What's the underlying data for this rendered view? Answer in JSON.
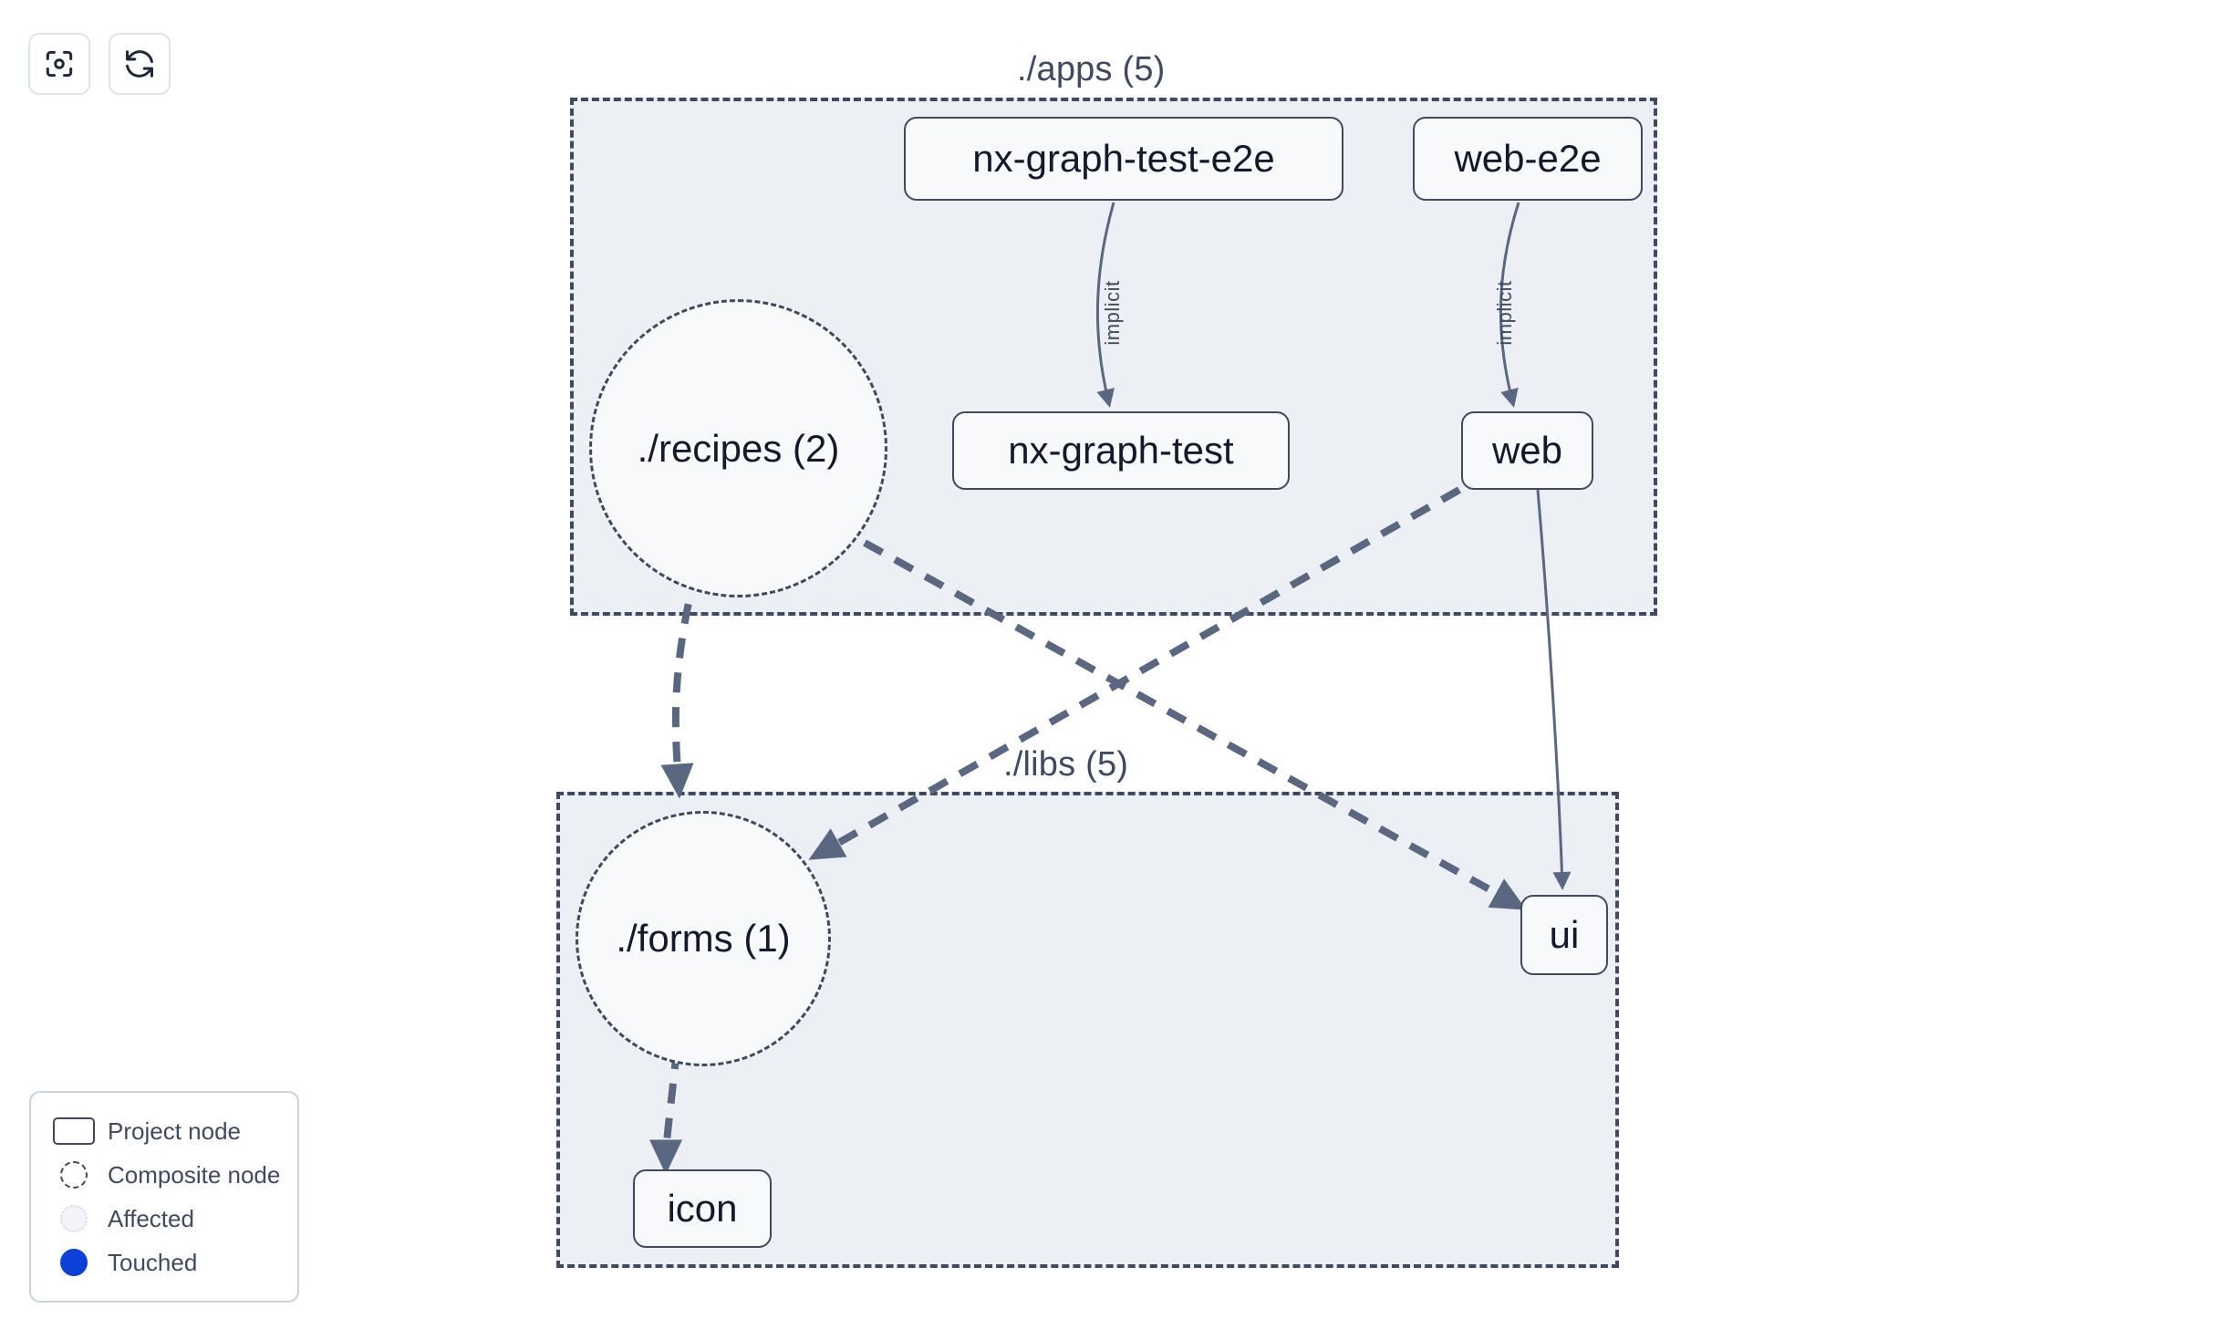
{
  "toolbar": {
    "buttons": [
      {
        "name": "focus-graph-button",
        "icon": "focus-target-icon",
        "title": "Focus graph"
      },
      {
        "name": "refresh-graph-button",
        "icon": "refresh-icon",
        "title": "Refresh graph"
      }
    ]
  },
  "graph": {
    "groups": [
      {
        "id": "apps",
        "label": "./apps (5)"
      },
      {
        "id": "libs",
        "label": "./libs (5)"
      }
    ],
    "nodes": [
      {
        "id": "nx-graph-test-e2e",
        "label": "nx-graph-test-e2e",
        "kind": "project"
      },
      {
        "id": "web-e2e",
        "label": "web-e2e",
        "kind": "project"
      },
      {
        "id": "nx-graph-test",
        "label": "nx-graph-test",
        "kind": "project"
      },
      {
        "id": "web",
        "label": "web",
        "kind": "project"
      },
      {
        "id": "recipes",
        "label": "./recipes (2)",
        "kind": "composite"
      },
      {
        "id": "forms",
        "label": "./forms (1)",
        "kind": "composite"
      },
      {
        "id": "ui",
        "label": "ui",
        "kind": "project"
      },
      {
        "id": "icon",
        "label": "icon",
        "kind": "project"
      }
    ],
    "edges": [
      {
        "from": "nx-graph-test-e2e",
        "to": "nx-graph-test",
        "label": "implicit",
        "style": "solid"
      },
      {
        "from": "web-e2e",
        "to": "web",
        "label": "implicit",
        "style": "solid"
      },
      {
        "from": "web",
        "to": "ui",
        "label": "",
        "style": "solid"
      },
      {
        "from": "web",
        "to": "forms",
        "label": "",
        "style": "dashed"
      },
      {
        "from": "recipes",
        "to": "forms",
        "label": "",
        "style": "dashed"
      },
      {
        "from": "recipes",
        "to": "ui",
        "label": "",
        "style": "dashed"
      },
      {
        "from": "forms",
        "to": "icon",
        "label": "",
        "style": "dashed"
      }
    ]
  },
  "legend": {
    "items": [
      {
        "swatch": "project-node-swatch",
        "label": "Project node"
      },
      {
        "swatch": "composite-node-swatch",
        "label": "Composite node"
      },
      {
        "swatch": "affected-swatch",
        "label": "Affected"
      },
      {
        "swatch": "touched-swatch",
        "label": "Touched"
      }
    ]
  },
  "colors": {
    "node_border": "#3f4a61",
    "node_fill": "#f7f9fb",
    "group_fill": "#eceff4",
    "edge": "#5a6781",
    "touched": "#0b41d6",
    "text": "#15192b",
    "panel_border": "#e7eaf0"
  }
}
